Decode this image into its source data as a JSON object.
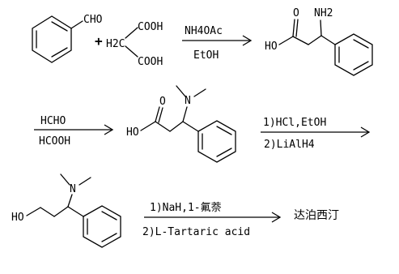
{
  "reactants": {
    "benzaldehyde_label": "CHO",
    "plus": "+",
    "malonic_ch2": "H2C",
    "malonic_cooh_top": "COOH",
    "malonic_cooh_bottom": "COOH"
  },
  "step1": {
    "above": "NH4OAc",
    "below": "EtOH"
  },
  "product1": {
    "nh2": "NH2",
    "o": "O",
    "ho": "HO"
  },
  "step2": {
    "above": "HCHO",
    "below": "HCOOH"
  },
  "product2": {
    "o": "O",
    "ho": "HO",
    "n": "N"
  },
  "step3": {
    "above": "1)HCl,EtOH",
    "below": "2)LiAlH4"
  },
  "product3": {
    "ho": "HO",
    "n": "N"
  },
  "step4": {
    "above": "1)NaH,1-氟萘",
    "below": "2)L-Tartaric acid"
  },
  "final": {
    "name": "达泊西汀"
  }
}
